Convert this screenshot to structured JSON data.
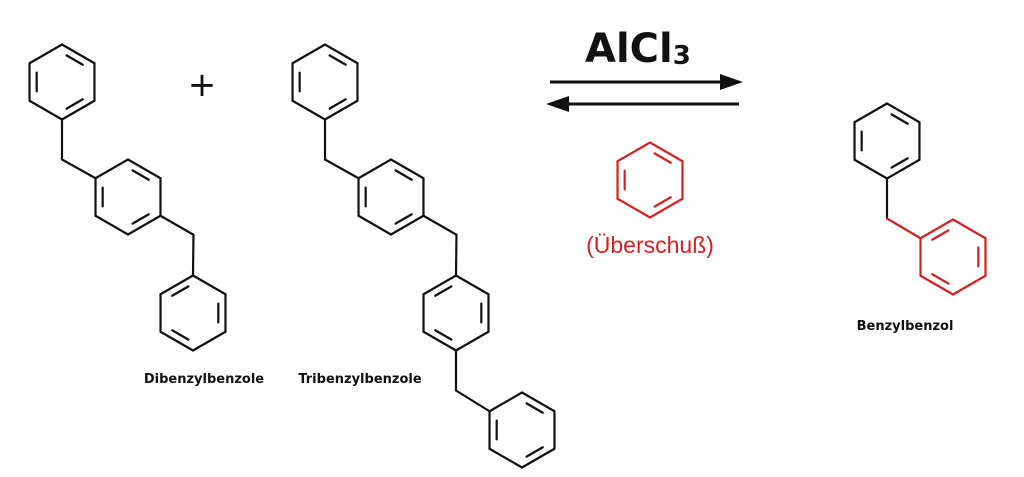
{
  "reactants": {
    "plus": "+",
    "dibenzyl_label": "Dibenzylbenzole",
    "tribenzyl_label": "Tribenzylbenzole"
  },
  "conditions": {
    "catalyst_main": "AlCl",
    "catalyst_subscript": "3",
    "reagent_note": "(Überschuß)",
    "reagent_color": "#d42020"
  },
  "product": {
    "label": "Benzylbenzol"
  }
}
